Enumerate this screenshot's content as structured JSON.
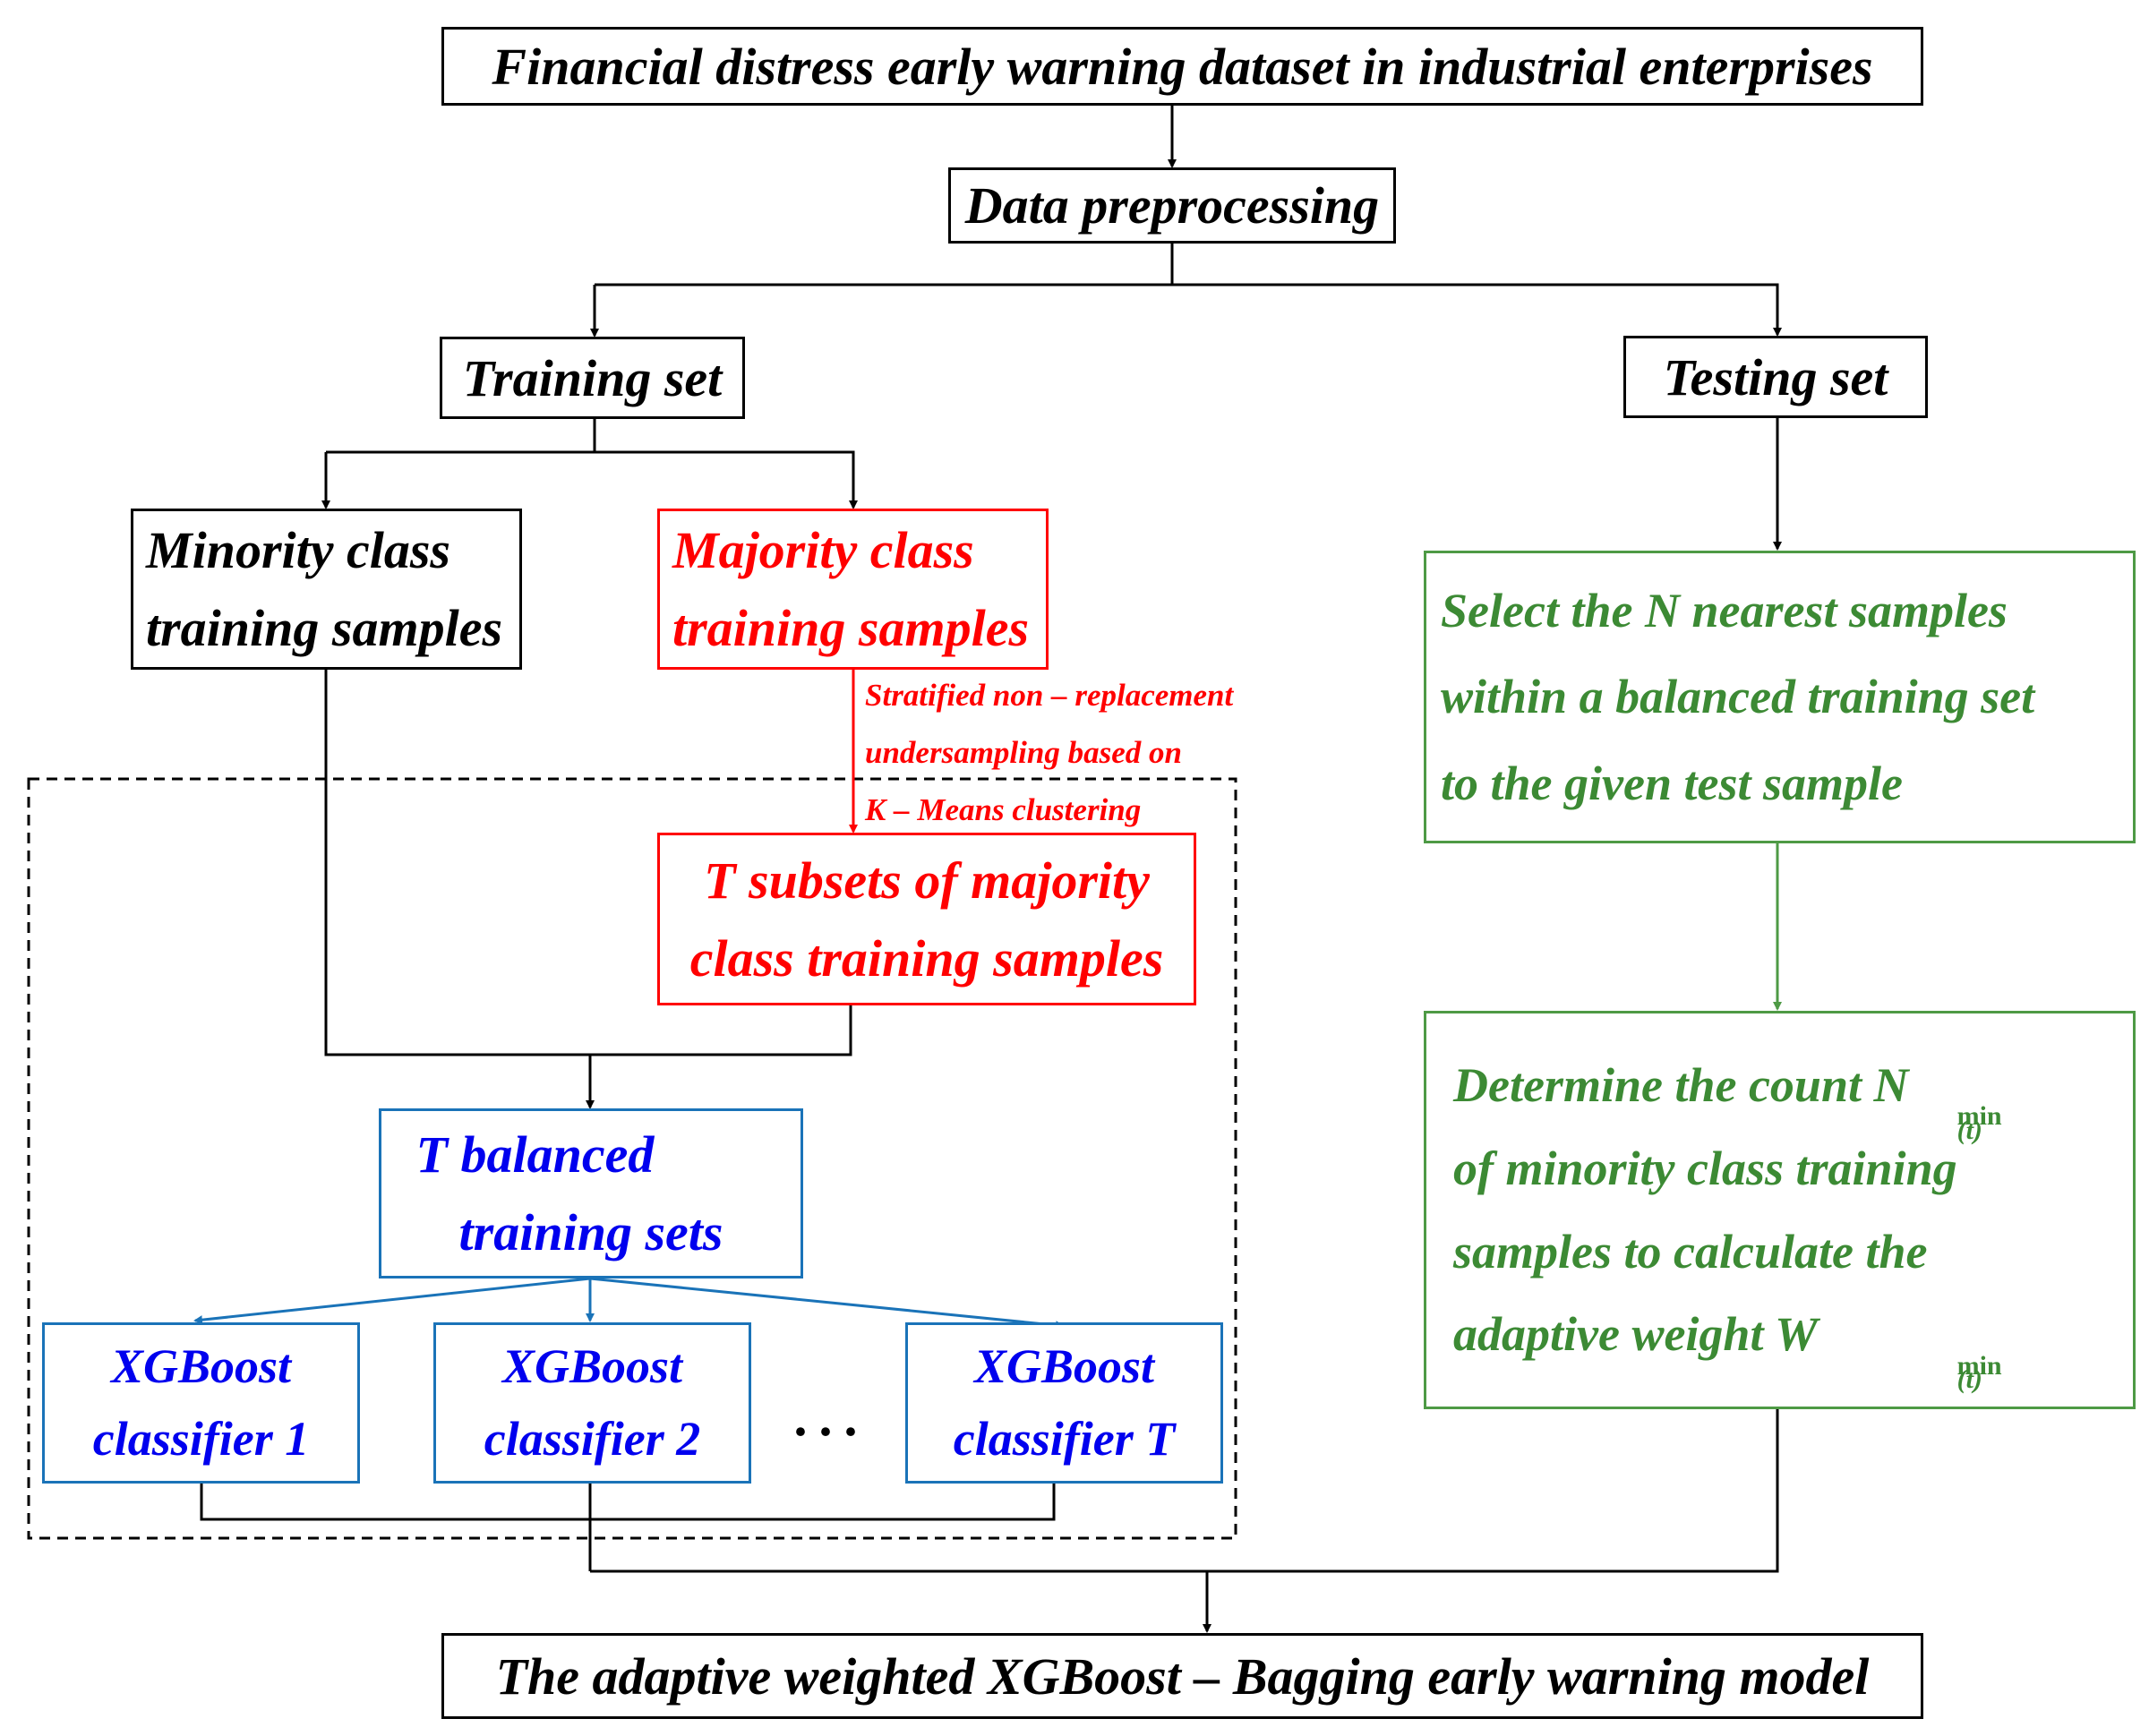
{
  "nodes": {
    "dataset": "Financial distress early warning dataset in industrial enterprises",
    "preprocessing": "Data preprocessing",
    "training_set": "Training set",
    "testing_set": "Testing set",
    "minority": [
      "Minority class",
      "training samples"
    ],
    "majority": [
      "Majority class",
      "training samples"
    ],
    "undersampling_label": [
      "Stratified non – replacement",
      "undersampling based on",
      "K – Means clustering"
    ],
    "t_subsets": [
      "T subsets of majority",
      "class training samples"
    ],
    "t_balanced": [
      "T balanced",
      "training sets"
    ],
    "xgb1": [
      "XGBoost",
      "classifier 1"
    ],
    "xgb2": [
      "XGBoost",
      "classifier 2"
    ],
    "xgbT": [
      "XGBoost",
      "classifier T"
    ],
    "ellipsis": "···",
    "select_n": [
      "Select the N nearest samples",
      "within a balanced training set",
      "to the given test sample"
    ],
    "determine": {
      "line1_text": "Determine the count N",
      "line1_sup": "(t)",
      "line1_sub": "min",
      "line2": "of minority class training",
      "line3": "samples to calculate the",
      "line4_text": "adaptive weight W",
      "line4_sup": "(t)",
      "line4_sub": "min"
    },
    "final_model": "The adaptive weighted XGBoost – Bagging early warning model"
  },
  "colors": {
    "black": "#000000",
    "red": "#ff0000",
    "blue_border": "#1a73b8",
    "blue_text": "#0000ee",
    "green": "#4e9a45"
  }
}
